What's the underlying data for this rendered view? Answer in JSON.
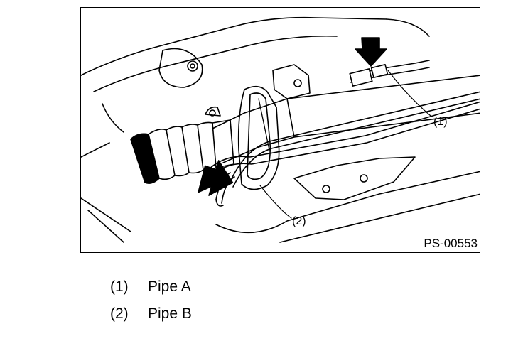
{
  "figure": {
    "code": "PS-00553",
    "callouts": [
      "(1)",
      "(2)"
    ]
  },
  "legend": [
    {
      "num": "(1)",
      "label": "Pipe A"
    },
    {
      "num": "(2)",
      "label": "Pipe B"
    }
  ]
}
